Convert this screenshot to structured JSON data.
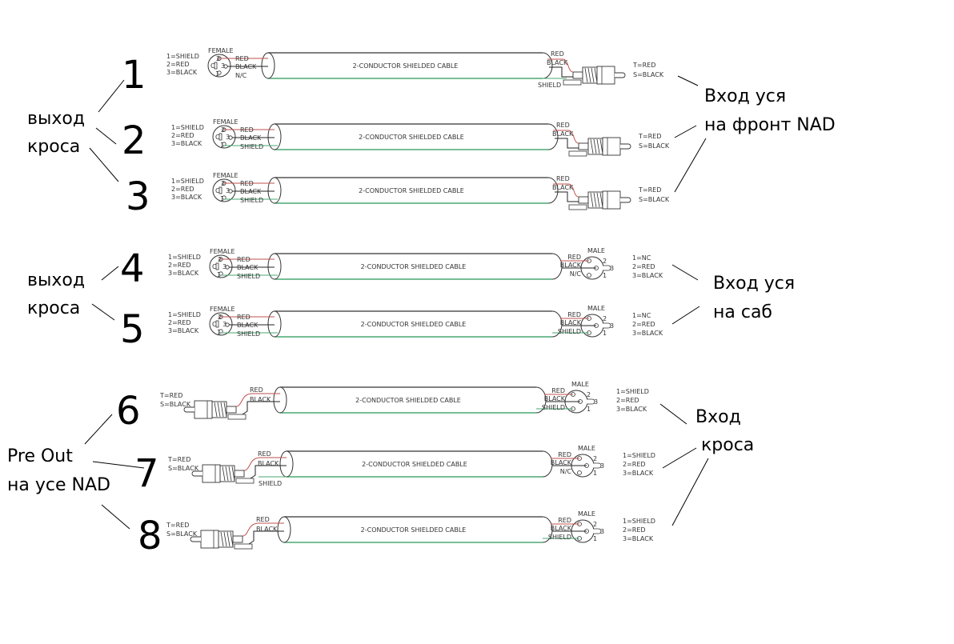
{
  "colors": {
    "red_wire": "#c0504d",
    "black_wire": "#222222",
    "shield_wire": "#4aa874",
    "outline": "#333333"
  },
  "cable_label": "2-CONDUCTOR SHIELDED CABLE",
  "numbers": [
    "1",
    "2",
    "3",
    "4",
    "5",
    "6",
    "7",
    "8"
  ],
  "notes": {
    "out_cross_a": {
      "line1": "выход",
      "line2": "кроса"
    },
    "front_in": {
      "line1": "Вход уся",
      "line2": "на фронт NAD"
    },
    "out_cross_b": {
      "line1": "выход",
      "line2": "кроса"
    },
    "sub_in": {
      "line1": "Вход уся",
      "line2": "на саб"
    },
    "pre_out": {
      "line1": "Pre Out",
      "line2": "на усе NAD"
    },
    "cross_in": {
      "line1": "Вход",
      "line2": "кроса"
    }
  },
  "labels": {
    "female": "FEMALE",
    "male": "MALE",
    "red": "RED",
    "black": "BLACK",
    "shield": "SHIELD",
    "nc": "N/C",
    "xlr_pins_shield": [
      "1=SHIELD",
      "2=RED",
      "3=BLACK"
    ],
    "xlr_pins_nc": [
      "1=NC",
      "2=RED",
      "3=BLACK"
    ],
    "rca_pins": [
      "T=RED",
      "S=BLACK"
    ]
  },
  "cables": [
    {
      "id": 1,
      "left": "xlr-female",
      "right": "rca",
      "left_wires": [
        "RED",
        "BLACK",
        "N/C"
      ],
      "right_wires": [
        "RED",
        "BLACK",
        "SHIELD"
      ],
      "left_pins": "xlr_pins_shield",
      "right_pins": "rca_pins"
    },
    {
      "id": 2,
      "left": "xlr-female",
      "right": "rca",
      "left_wires": [
        "RED",
        "BLACK",
        "SHIELD"
      ],
      "right_wires": [
        "RED",
        "BLACK"
      ],
      "left_pins": "xlr_pins_shield",
      "right_pins": "rca_pins"
    },
    {
      "id": 3,
      "left": "xlr-female",
      "right": "rca",
      "left_wires": [
        "RED",
        "BLACK",
        "SHIELD"
      ],
      "right_wires": [
        "RED",
        "BLACK"
      ],
      "left_pins": "xlr_pins_shield",
      "right_pins": "rca_pins"
    },
    {
      "id": 4,
      "left": "xlr-female",
      "right": "xlr-male",
      "left_wires": [
        "RED",
        "BLACK",
        "SHIELD"
      ],
      "right_wires": [
        "RED",
        "BLACK",
        "N/C"
      ],
      "left_pins": "xlr_pins_shield",
      "right_pins": "xlr_pins_nc"
    },
    {
      "id": 5,
      "left": "xlr-female",
      "right": "xlr-male",
      "left_wires": [
        "RED",
        "BLACK",
        "SHIELD"
      ],
      "right_wires": [
        "RED",
        "BLACK",
        "SHIELD"
      ],
      "left_pins": "xlr_pins_shield",
      "right_pins": "xlr_pins_nc"
    },
    {
      "id": 6,
      "left": "rca",
      "right": "xlr-male",
      "left_wires": [
        "RED",
        "BLACK"
      ],
      "right_wires": [
        "RED",
        "BLACK",
        "SHIELD"
      ],
      "left_pins": "rca_pins",
      "right_pins": "xlr_pins_shield"
    },
    {
      "id": 7,
      "left": "rca",
      "right": "xlr-male",
      "left_wires": [
        "RED",
        "BLACK",
        "SHIELD"
      ],
      "right_wires": [
        "RED",
        "BLACK",
        "N/C"
      ],
      "left_pins": "rca_pins",
      "right_pins": "xlr_pins_shield"
    },
    {
      "id": 8,
      "left": "rca",
      "right": "xlr-male",
      "left_wires": [
        "RED",
        "BLACK"
      ],
      "right_wires": [
        "RED",
        "BLACK",
        "SHIELD"
      ],
      "left_pins": "rca_pins",
      "right_pins": "xlr_pins_shield"
    }
  ]
}
